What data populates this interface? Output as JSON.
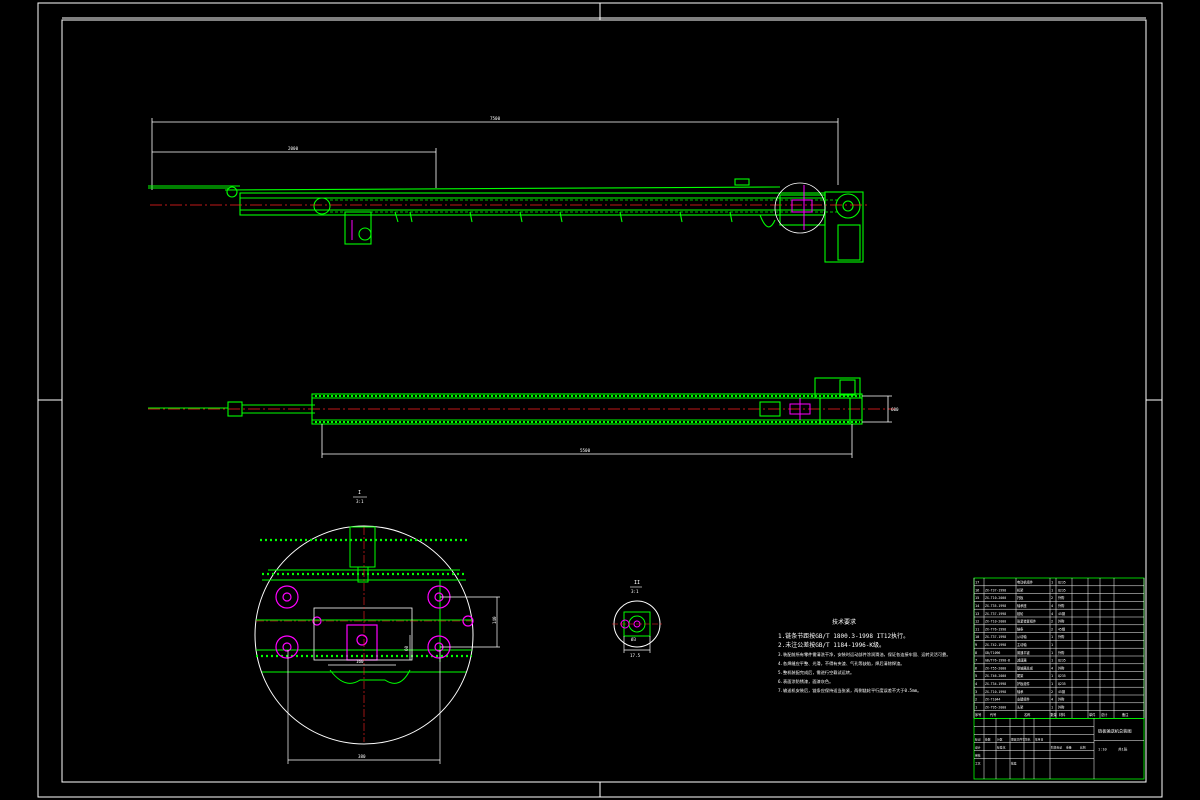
{
  "colors": {
    "background": "#000000",
    "frame": "#ffffff",
    "geometry": "#00ff00",
    "centerline": "#ff2020",
    "parts": "#ff00ff",
    "dimension": "#ffffff",
    "highlight": "#ffff00"
  },
  "dimensions": {
    "overall_length": "7500",
    "front_section": "2000",
    "plan_length": "5500",
    "plan_height": "600",
    "detail_width": "380",
    "detail_height": "140",
    "detail_inner_width": "160",
    "detail_inner_height": "60",
    "small_dia": "Ø3",
    "small_width": "17.5"
  },
  "views": {
    "detail_label_top": "I",
    "detail_label_bottom": "3:1",
    "small_label_top": "II",
    "small_label_bottom": "3:1"
  },
  "notes": {
    "title": "技术要求",
    "lines": [
      "1.链条节距按GB/T 1800.3-1998 IT12执行。",
      "2.未注公差按GB/T 1184-1996-K级。",
      "3.装配前所有零件需清洗干净，安装时运动部件涂润滑油，保证各连接牢固、运转灵活可靠。",
      "4.各焊缝应平整、光滑，不得有夹渣、气孔等缺陷，焊后清除焊渣。",
      "5.整机装配完成后，需进行空载试运转。",
      "6.表面涂防锈漆，面漆灰色。",
      "7.输送机安装后，链条应保持适当张紧，两侧链轮平行度误差不大于0.5mm。"
    ]
  },
  "parts_list": [
    {
      "no": "17",
      "code": "",
      "name": "电动机组件",
      "qty": "1",
      "material": "Q235",
      "note": ""
    },
    {
      "no": "16",
      "code": "ZX-T37-1998",
      "name": "机架",
      "qty": "1",
      "material": "Q235",
      "note": ""
    },
    {
      "no": "15",
      "code": "ZX-T10-2000",
      "name": "托板",
      "qty": "2",
      "material": "外购",
      "note": ""
    },
    {
      "no": "14",
      "code": "ZX-T35-1998",
      "name": "轴承座",
      "qty": "4",
      "material": "外购",
      "note": ""
    },
    {
      "no": "13",
      "code": "ZX-T37-1998",
      "name": "链轮",
      "qty": "4",
      "material": "45钢",
      "note": ""
    },
    {
      "no": "12",
      "code": "ZX-T10-2000",
      "name": "张紧装置组件",
      "qty": "2",
      "material": "外购",
      "note": ""
    },
    {
      "no": "11",
      "code": "ZX-T76-1998",
      "name": "链条",
      "qty": "2",
      "material": "45钢",
      "note": ""
    },
    {
      "no": "10",
      "code": "ZX-T37-1998",
      "name": "从动轴",
      "qty": "1",
      "material": "外购",
      "note": ""
    },
    {
      "no": "9",
      "code": "ZX-T42-1998",
      "name": "主动轴",
      "qty": "1",
      "material": "",
      "note": ""
    },
    {
      "no": "8",
      "code": "GB/T1096",
      "name": "普通平键",
      "qty": "1",
      "material": "外购",
      "note": ""
    },
    {
      "no": "7",
      "code": "GB/T76-1998-8",
      "name": "减速器",
      "qty": "1",
      "material": "Q235",
      "note": ""
    },
    {
      "no": "6",
      "code": "ZX-T55-2000",
      "name": "联轴器总成",
      "qty": "4",
      "material": "外购",
      "note": ""
    },
    {
      "no": "5",
      "code": "ZX-T46-2000",
      "name": "尾架",
      "qty": "1",
      "material": "Q235",
      "note": ""
    },
    {
      "no": "4",
      "code": "ZX-T34-1998",
      "name": "护板组件",
      "qty": "1",
      "material": "Q235",
      "note": ""
    },
    {
      "no": "3",
      "code": "ZX-T10-1998",
      "name": "轴承",
      "qty": "2",
      "material": "45钢",
      "note": ""
    },
    {
      "no": "2",
      "code": "ZX-T1044",
      "name": "支腿组件",
      "qty": "4",
      "material": "外购",
      "note": ""
    },
    {
      "no": "1",
      "code": "ZX-T95-2000",
      "name": "头架",
      "qty": "1",
      "material": "外购",
      "note": ""
    }
  ],
  "parts_header": {
    "no": "序号",
    "code": "代号",
    "name": "名称",
    "qty": "数量",
    "material": "材料",
    "weight": "单件",
    "total": "总计",
    "note": "备注"
  },
  "title_block": {
    "drawing_title": "链板输送机总装图",
    "scale": "1:10",
    "sheet": "共1张",
    "labels": [
      "标记",
      "处数",
      "分区",
      "更改文件号",
      "签名",
      "年月日",
      "设计",
      "标准化",
      "阶段标记",
      "重量",
      "比例",
      "审核",
      "工艺",
      "批准"
    ]
  }
}
